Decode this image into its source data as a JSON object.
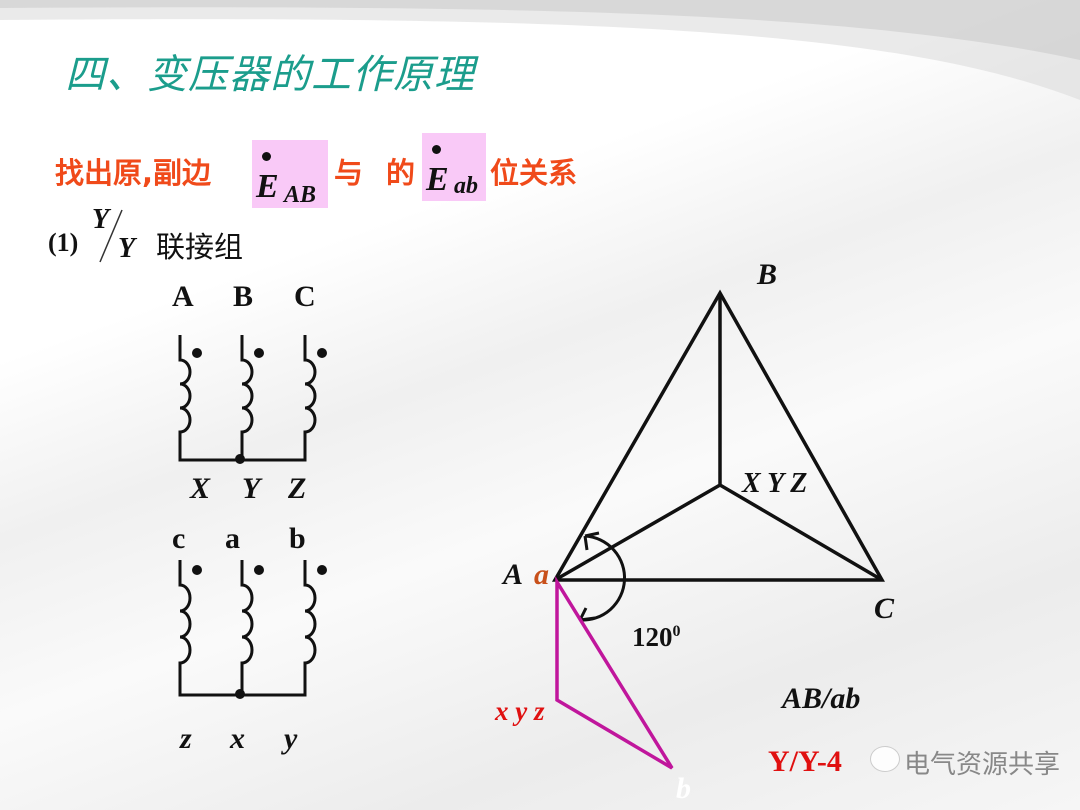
{
  "title": "四、变压器的工作原理",
  "subtitle": {
    "part1": "找出原,副边",
    "part2": "与",
    "part3": "的",
    "part4": "位关系",
    "phasor1": {
      "symbol": "E",
      "subscript": "AB"
    },
    "phasor2": {
      "symbol": "E",
      "subscript": "ab"
    }
  },
  "section": {
    "number": "(1)",
    "numerator": "Y",
    "denominator": "Y",
    "label": "联接组"
  },
  "primary": {
    "terminals": [
      "A",
      "B",
      "C"
    ],
    "ends": [
      "X",
      "Y",
      "Z"
    ]
  },
  "secondary": {
    "terminals": [
      "c",
      "a",
      "b"
    ],
    "ends": [
      "z",
      "x",
      "y"
    ]
  },
  "phasor_diagram": {
    "vertex_B": "B",
    "vertex_C": "C",
    "vertex_A": "A",
    "vertex_a": "a",
    "neutral_primary": "X Y Z",
    "neutral_secondary": "x y z",
    "angle": "120",
    "angle_sup": "0",
    "vertex_b": "b",
    "ratio_label": "AB/ab",
    "group": "Y/Y-4"
  },
  "watermark": "电气资源共享",
  "colors": {
    "title": "#1b9d8c",
    "subtitle": "#f04a1a",
    "highlight": "#f9c9f7",
    "secondary_phasor": "#c0169c",
    "red_label": "#e01010"
  }
}
